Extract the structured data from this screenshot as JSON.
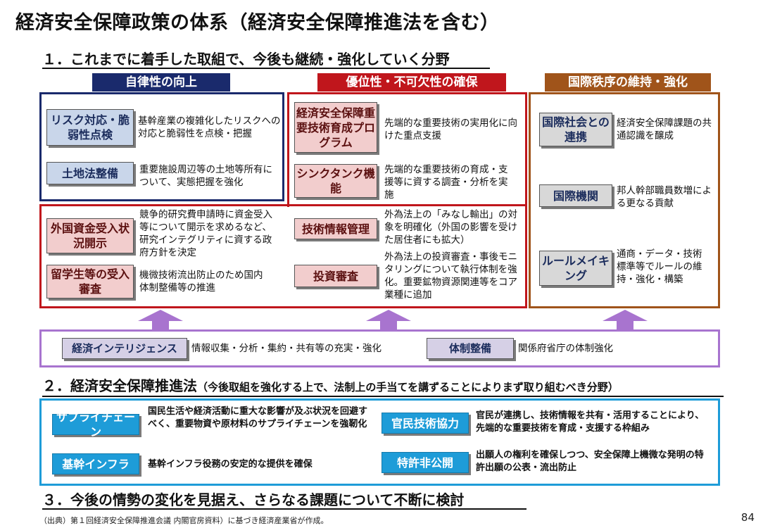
{
  "title": "経済安全保障政策の体系（経済安全保障推進法を含む）",
  "section1": {
    "heading": "１．これまでに着手した取組で、今後も継続・強化していく分野"
  },
  "columns": {
    "autonomy": {
      "header": "自律性の向上",
      "items": [
        {
          "label": "リスク対応・脆弱性点検",
          "desc": "基幹産業の複雑化したリスクへの対応と脆弱性を点検・把握"
        },
        {
          "label": "土地法整備",
          "desc": "重要施設周辺等の土地等所有について、実態把握を強化"
        },
        {
          "label": "外国資金受入状況開示",
          "desc": "競争的研究費申請時に資金受入等について開示を求めるなど、研究インテグリティに資する政府方針を決定"
        },
        {
          "label": "留学生等の受入審査",
          "desc": "機微技術流出防止のため国内体制整備等の推進"
        }
      ]
    },
    "superiority": {
      "header": "優位性・不可欠性の確保",
      "items": [
        {
          "label": "経済安全保障重要技術育成プログラム",
          "desc": "先端的な重要技術の実用化に向けた重点支援"
        },
        {
          "label": "シンクタンク機能",
          "desc": "先端的な重要技術の育成・支援等に資する調査・分析を実施"
        },
        {
          "label": "技術情報管理",
          "desc": "外為法上の「みなし輸出」の対象を明確化（外国の影響を受けた居住者にも拡大）"
        },
        {
          "label": "投資審査",
          "desc": "外為法上の投資審査・事後モニタリングについて執行体制を強化。重要鉱物資源関連等をコア業種に追加"
        }
      ]
    },
    "order": {
      "header": "国際秩序の維持・強化",
      "items": [
        {
          "label": "国際社会との連携",
          "desc": "経済安全保障課題の共通認識を醸成"
        },
        {
          "label": "国際機関",
          "desc": "邦人幹部職員数増による更なる貢献"
        },
        {
          "label": "ルールメイキング",
          "desc": "通商・データ・技術標準等でルールの維持・強化・構築"
        }
      ]
    }
  },
  "foundation": {
    "items": [
      {
        "label": "経済インテリジェンス",
        "desc": "情報収集・分析・集約・共有等の充実・強化"
      },
      {
        "label": "体制整備",
        "desc": "関係府省庁の体制強化"
      }
    ]
  },
  "section2": {
    "heading": "２．経済安全保障推進法",
    "subheading": "（今後取組を強化する上で、法制上の手当てを講ずることによりまず取り組むべき分野）",
    "items": [
      {
        "label": "サプライチェーン",
        "desc": "国民生活や経済活動に重大な影響が及ぶ状況を回避すべく、重要物資や原材料のサプライチェーンを強靭化"
      },
      {
        "label": "基幹インフラ",
        "desc": "基幹インフラ役務の安定的な提供を確保"
      },
      {
        "label": "官民技術協力",
        "desc": "官民が連携し、技術情報を共有・活用することにより、先端的な重要技術を育成・支援する枠組み"
      },
      {
        "label": "特許非公開",
        "desc": "出願人の権利を確保しつつ、安全保障上機微な発明の特許出願の公表・流出防止"
      }
    ]
  },
  "section3": {
    "heading": "３．今後の情勢の変化を見据え、さらなる課題について不断に検討"
  },
  "source": "（出典）第１回経済安全保障推進会議 内閣官房資料）に基づき経済産業省が作成。",
  "page_number": "84",
  "colors": {
    "navy": "#1a2a6c",
    "red": "#c0161c",
    "brown": "#a0541a",
    "purple": "#a874cf",
    "cyan": "#1e9cd8"
  }
}
